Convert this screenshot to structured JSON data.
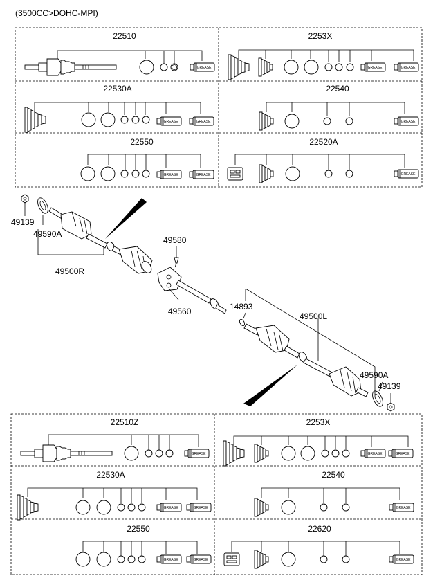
{
  "header": {
    "engine_note": "(3500CC>DOHC-MPI)"
  },
  "kits": {
    "top": [
      {
        "code": "22510"
      },
      {
        "code": "2253X"
      },
      {
        "code": "22530A"
      },
      {
        "code": "22540"
      },
      {
        "code": "22550"
      },
      {
        "code": "22520A"
      }
    ],
    "bottom": [
      {
        "code": "22510Z"
      },
      {
        "code": "2253X"
      },
      {
        "code": "22530A"
      },
      {
        "code": "22540"
      },
      {
        "code": "22550"
      },
      {
        "code": "22620"
      }
    ]
  },
  "grease_label": "GREASE",
  "callouts": {
    "c49139_top": "49139",
    "c49590A_top": "49590A",
    "c49500R": "49500R",
    "c49580": "49580",
    "c49560": "49560",
    "c14893": "14893",
    "c49500L": "49500L",
    "c49590A_bot": "49590A",
    "c49139_bot": "49139"
  }
}
